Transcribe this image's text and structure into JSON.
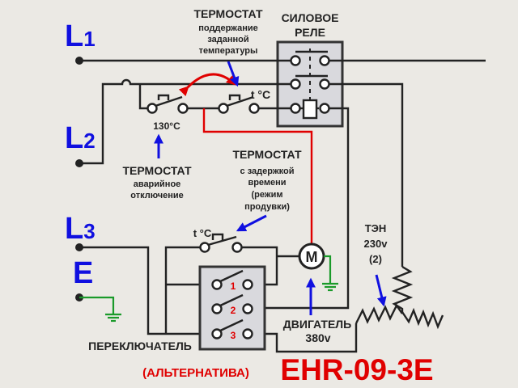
{
  "lines": {
    "l1": "L",
    "l1_sub": "1",
    "l2": "L",
    "l2_sub": "2",
    "l3": "L",
    "l3_sub": "3",
    "e": "E"
  },
  "labels": {
    "relay_line1": "СИЛОВОЕ",
    "relay_line2": "РЕЛЕ",
    "thermo_main_title": "ТЕРМОСТАТ",
    "thermo_main_l1": "поддержание",
    "thermo_main_l2": "заданной",
    "thermo_main_l3": "температуры",
    "tc1": "t °C",
    "t130": "130°C",
    "thermo_emerg_title": "ТЕРМОСТАТ",
    "thermo_emerg_l1": "аварийное",
    "thermo_emerg_l2": "отключение",
    "thermo_delay_title": "ТЕРМОСТАТ",
    "thermo_delay_l1": "с задержкой",
    "thermo_delay_l2": "времени",
    "thermo_delay_l3": "(режим",
    "thermo_delay_l4": "продувки)",
    "tc2": "t °C",
    "motor": "M",
    "heater_l1": "ТЭН",
    "heater_l2": "230v",
    "heater_l3": "(2)",
    "motor_l1": "ДВИГАТЕЛЬ",
    "motor_l2": "380v",
    "switch_label": "ПЕРЕКЛЮЧАТЕЛЬ",
    "sw1": "1",
    "sw2": "2",
    "sw3": "3",
    "alternative": "(АЛЬТЕРНАТИВА)",
    "model": "EHR-09-3E"
  },
  "colors": {
    "wire": "#222222",
    "control": "#e00000",
    "ground": "#1a9a2a",
    "arrow": "#1010e0",
    "title": "#e00000"
  }
}
